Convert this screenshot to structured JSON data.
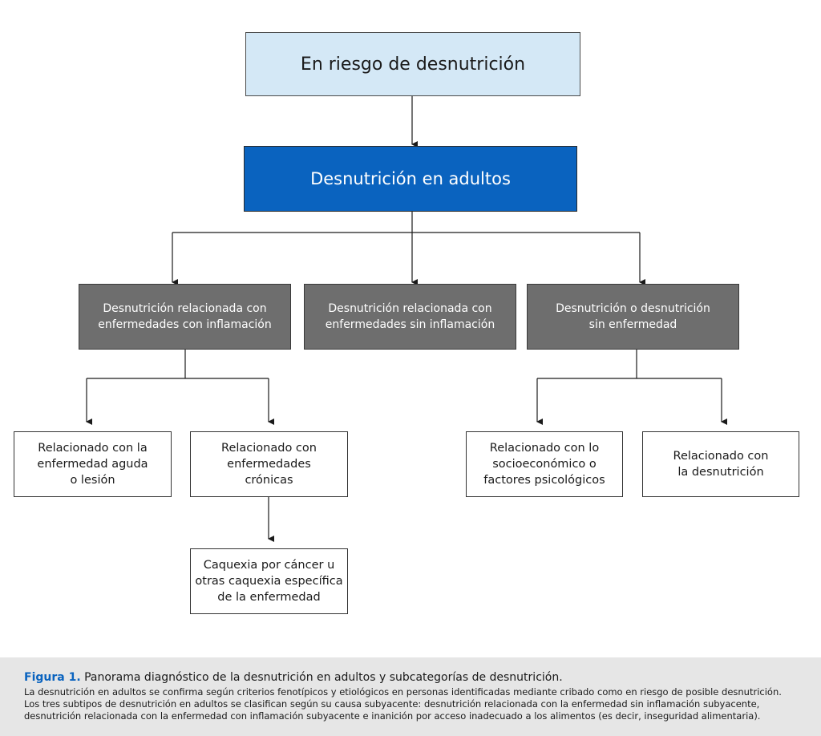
{
  "nodes": {
    "risk": "En riesgo de desnutrición",
    "adult": "Desnutrición en adultos",
    "cat_inflammation": "Desnutrición relacionada con\nenfermedades con inflamación",
    "cat_no_inflammation": "Desnutrición relacionada con\nenfermedades sin inflamación",
    "cat_no_disease": "Desnutrición o desnutrición\nsin enfermedad",
    "leaf_acute": "Relacionado con la\nenfermedad aguda\no lesión",
    "leaf_chronic": "Relacionado con\nenfermedades\ncrónicas",
    "leaf_cachexia": "Caquexia por cáncer u\notras caquexia específica\nde la enfermedad",
    "leaf_socio": "Relacionado con lo\nsocioeconómico o\nfactores psicológicos",
    "leaf_starvation": "Relacionado con\nla desnutrición"
  },
  "caption": {
    "label": "Figura 1.",
    "title": "Panorama diagnóstico de la desnutrición en adultos y subcategorías de desnutrición.",
    "body": "La desnutrición en adultos se confirma según criterios fenotípicos y etiológicos en personas identificadas mediante cribado como en riesgo de posible desnutrición. Los tres subtipos de desnutrición en adultos se clasifican según su causa subyacente: desnutrición relacionada con la enfermedad sin inflamación subyacente, desnutrición relacionada con la enfermedad con inflamación subyacente e inanición por acceso inadecuado a los alimentos (es decir, inseguridad alimentaria)."
  },
  "colors": {
    "risk_fill": "#d4e8f6",
    "adult_fill": "#0a63bf",
    "category_fill": "#6e6e6e",
    "caption_bg": "#e6e6e6",
    "caption_label": "#0a63bf"
  }
}
